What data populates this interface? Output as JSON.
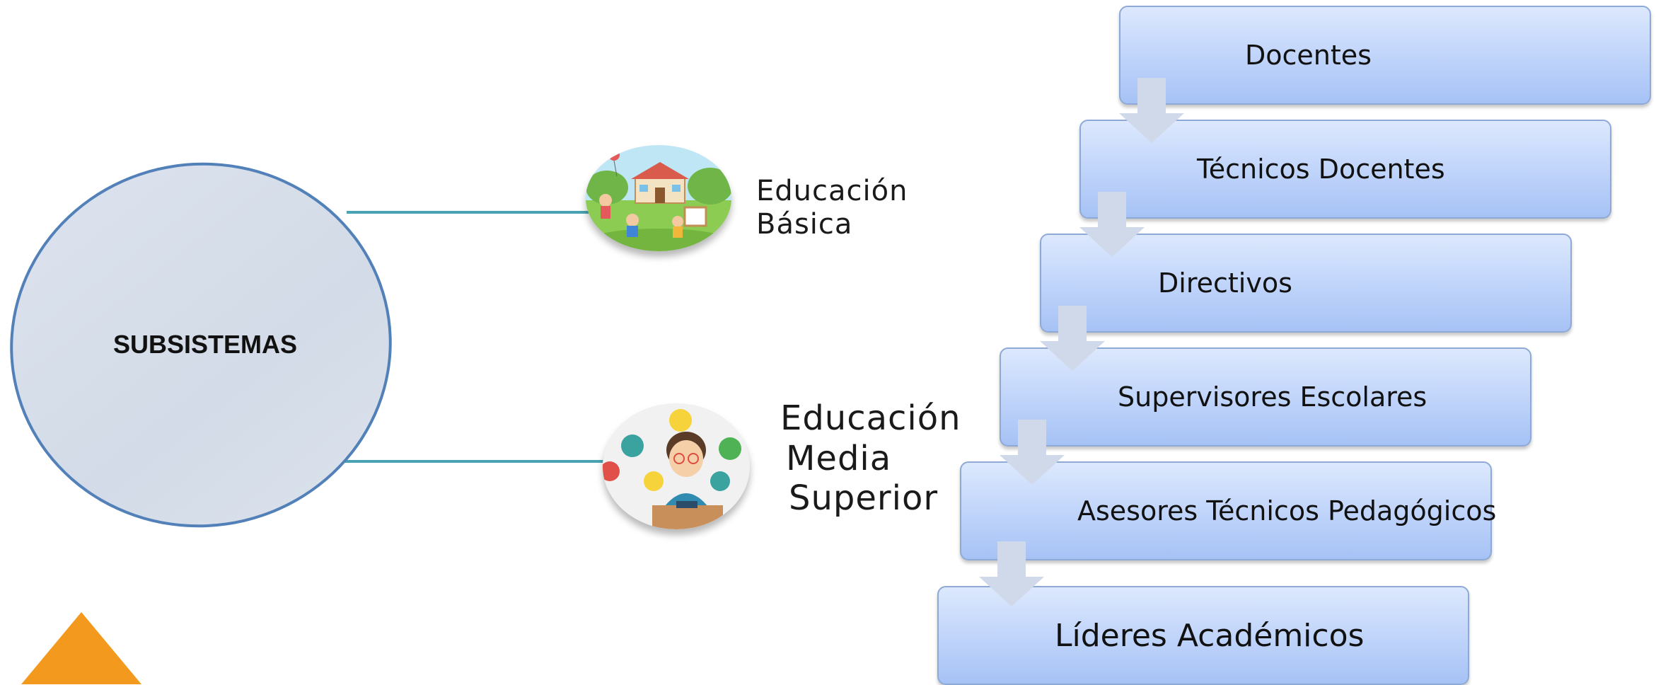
{
  "hub": {
    "label": "SUBSISTEMAS"
  },
  "branches": [
    {
      "id": "basica",
      "lines": [
        "Educación",
        "Básica"
      ],
      "icon": "school-illustration-icon"
    },
    {
      "id": "media",
      "lines": [
        "Educación",
        "Media",
        "Superior"
      ],
      "icon": "teacher-illustration-icon"
    }
  ],
  "steps": [
    "Docentes",
    "Técnicos Docentes",
    "Directivos",
    "Supervisores Escolares",
    "Asesores Técnicos Pedagógicos",
    "Líderes Académicos"
  ],
  "colors": {
    "hub_border": "#5280b8",
    "hub_fill": "#d5dde9",
    "connector": "#4aa3b2",
    "step_fill_top": "#dce8fd",
    "step_fill_bottom": "#a6c2f5",
    "arrow": "#cfd9ea",
    "corner_triangle": "#f39a1e"
  }
}
